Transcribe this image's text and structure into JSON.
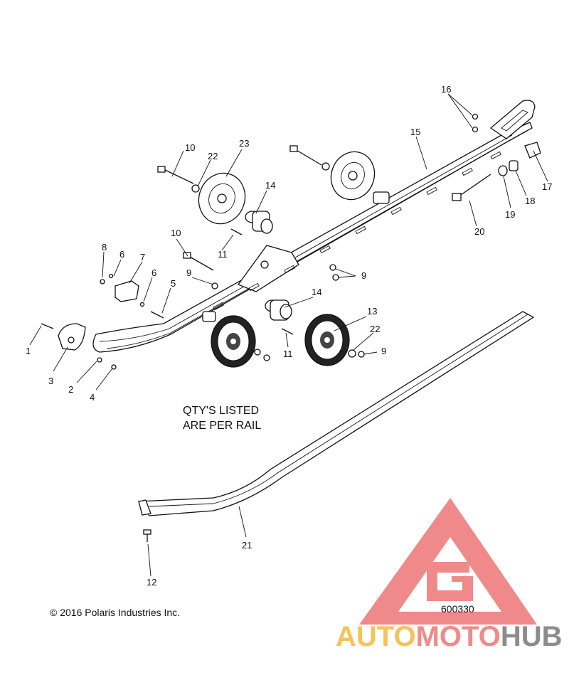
{
  "diagram": {
    "note_line1": "QTY'S LISTED",
    "note_line2": "ARE PER RAIL",
    "copyright": "© 2016 Polaris Industries Inc.",
    "drawing_number": "600330"
  },
  "watermark": {
    "word_part1": "AUTO",
    "word_part2": "MOTO",
    "word_part3": "HUB",
    "color_yellow": "#f6c35a",
    "color_red": "#f08a8a",
    "color_gray": "#8c8c8c"
  },
  "callouts": {
    "c1": "1",
    "c2": "2",
    "c3": "3",
    "c4": "4",
    "c5": "5",
    "c6a": "6",
    "c6b": "6",
    "c7": "7",
    "c8": "8",
    "c9a": "9",
    "c9b": "9",
    "c9c": "9",
    "c10a": "10",
    "c10b": "10",
    "c11a": "11",
    "c11b": "11",
    "c12": "12",
    "c13": "13",
    "c14a": "14",
    "c14b": "14",
    "c15": "15",
    "c16": "16",
    "c17": "17",
    "c18": "18",
    "c19": "19",
    "c20": "20",
    "c21": "21",
    "c22a": "22",
    "c22b": "22",
    "c23": "23"
  }
}
